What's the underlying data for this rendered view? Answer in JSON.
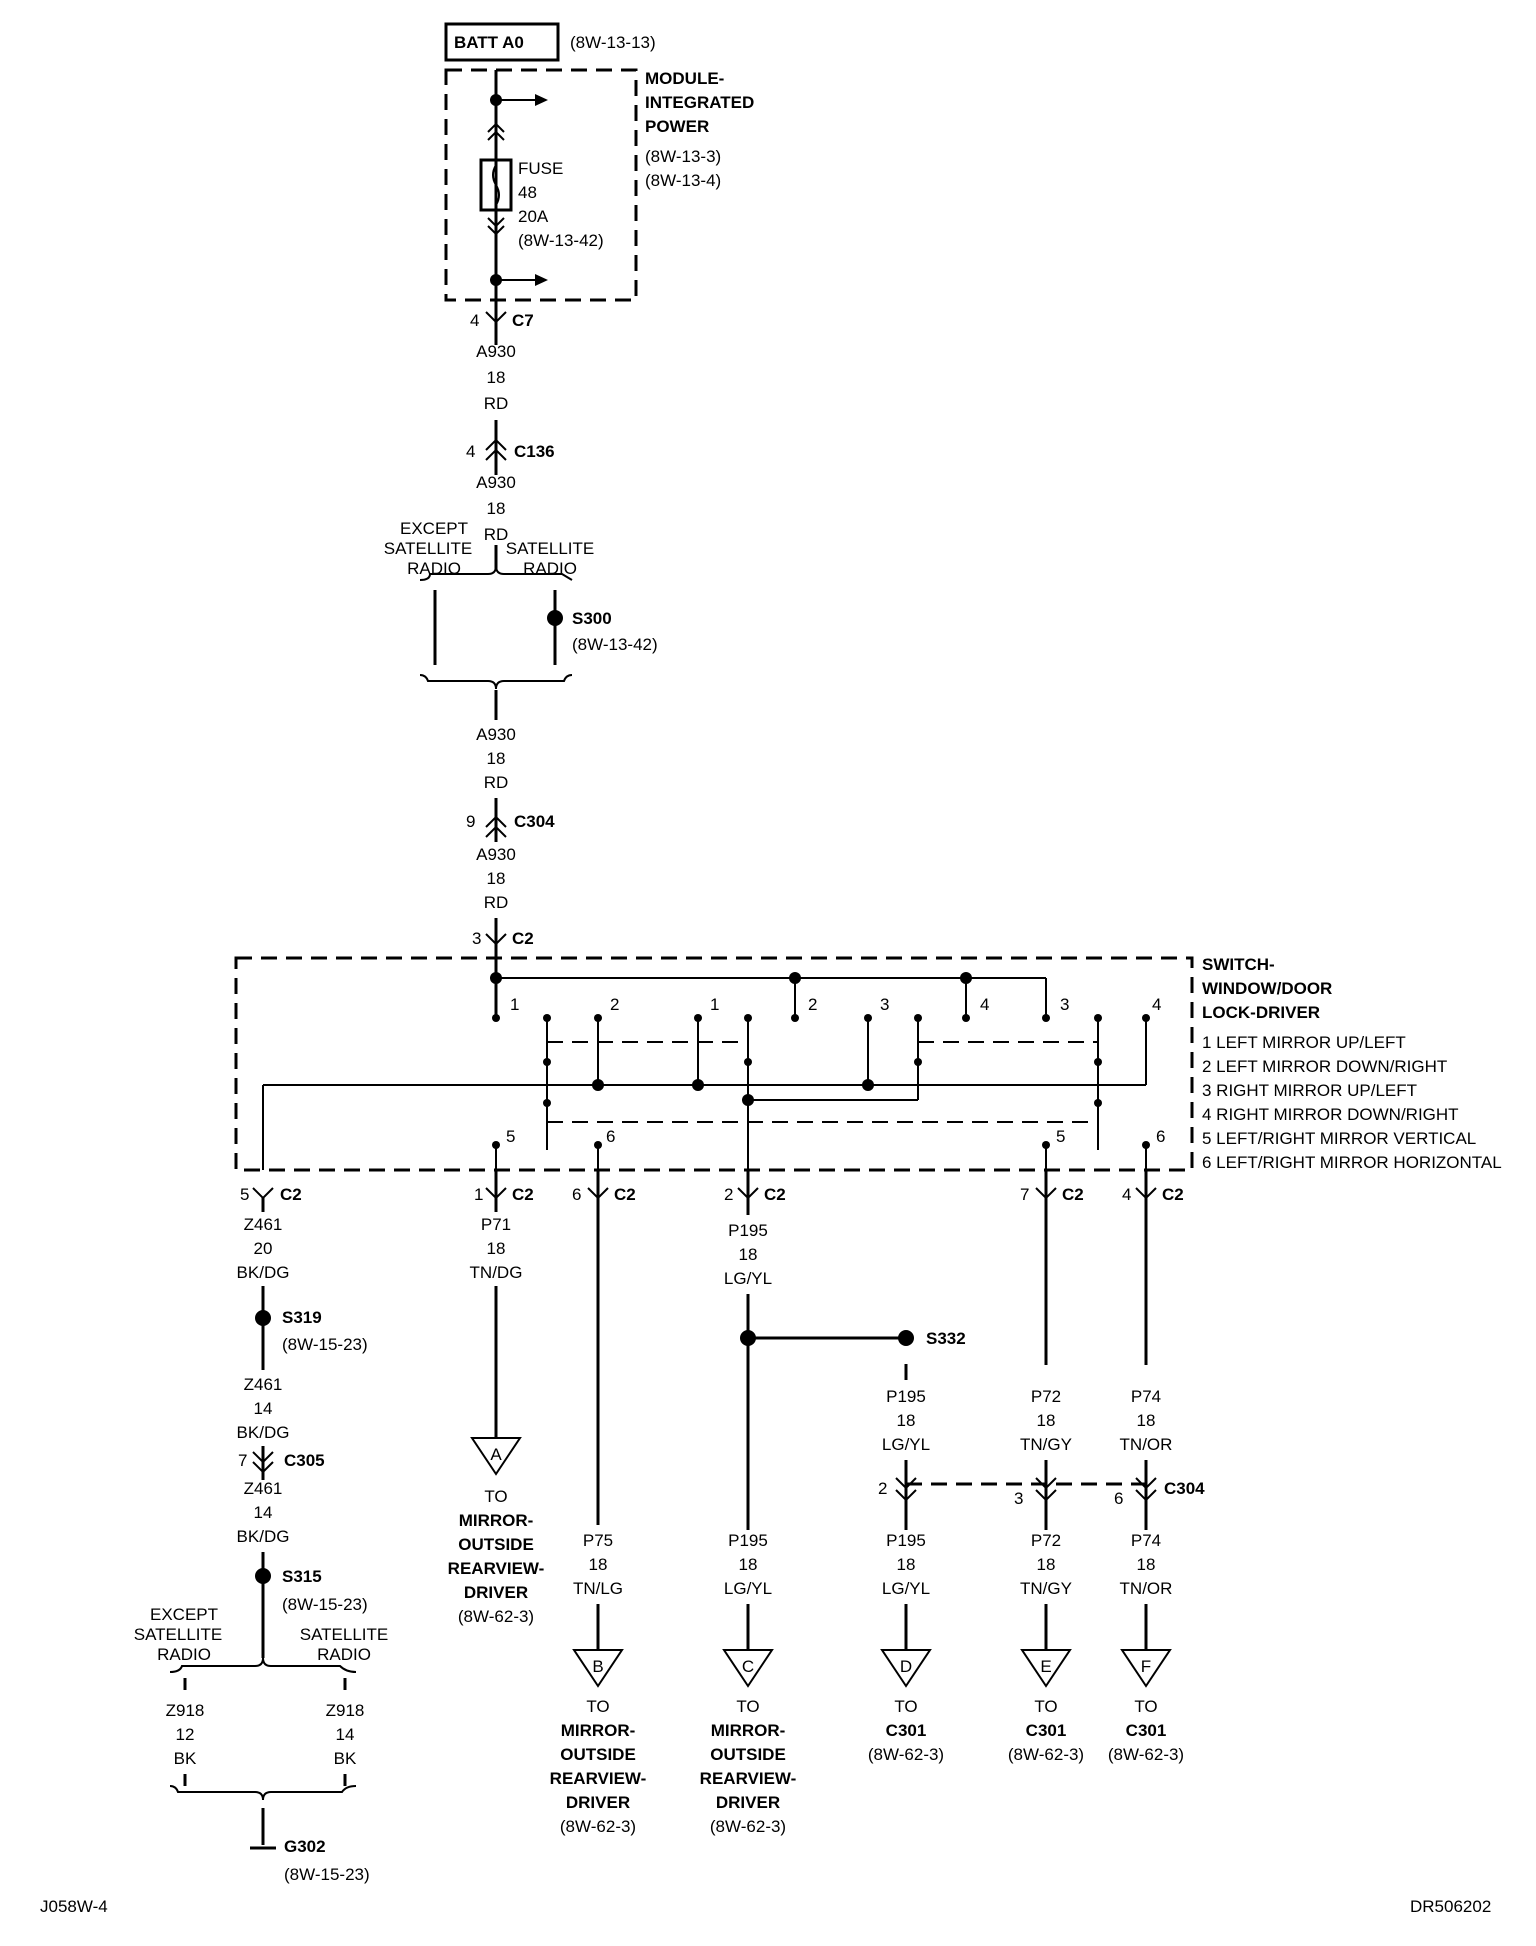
{
  "top": {
    "batt_label": "BATT A0",
    "batt_ref": "(8W-13-13)",
    "mip_l1": "MODULE-",
    "mip_l2": "INTEGRATED",
    "mip_l3": "POWER",
    "mip_ref1": "(8W-13-3)",
    "mip_ref2": "(8W-13-4)",
    "fuse_l1": "FUSE",
    "fuse_l2": "48",
    "fuse_l3": "20A",
    "fuse_ref": "(8W-13-42)"
  },
  "feed": {
    "c7_pin": "4",
    "c7_label": "C7",
    "c136_pin": "4",
    "c136_label": "C136",
    "c304_pin": "9",
    "c304_label": "C304",
    "c2_pin": "3",
    "c2_label": "C2",
    "wire1": [
      "A930",
      "18",
      "RD"
    ],
    "wire2": [
      "A930",
      "18",
      "RD"
    ],
    "wire3": [
      "A930",
      "18",
      "RD"
    ],
    "wire4": [
      "A930",
      "18",
      "RD"
    ],
    "except_l1": "EXCEPT",
    "except_l2": "SATELLITE",
    "except_l3": "RADIO",
    "sat_l1": "SATELLITE",
    "sat_l2": "RADIO",
    "s300_label": "S300",
    "s300_ref": "(8W-13-42)"
  },
  "switch": {
    "title_l1": "SWITCH-",
    "title_l2": "WINDOW/DOOR",
    "title_l3": "LOCK-DRIVER",
    "legend": [
      "1 LEFT MIRROR UP/LEFT",
      "2 LEFT MIRROR DOWN/RIGHT",
      "3 RIGHT MIRROR UP/LEFT",
      "4 RIGHT MIRROR DOWN/RIGHT",
      "5 LEFT/RIGHT MIRROR VERTICAL",
      "6 LEFT/RIGHT MIRROR HORIZONTAL"
    ],
    "contacts": [
      "1",
      "2",
      "1",
      "2",
      "3",
      "4",
      "3",
      "4",
      "5",
      "6",
      "5",
      "6"
    ]
  },
  "outputs": {
    "c2_5_pin": "5",
    "c2_1_pin": "1",
    "c2_6_pin": "6",
    "c2_2_pin": "2",
    "c2_7_pin": "7",
    "c2_4_pin": "4",
    "c2_label": "C2",
    "z461_a": [
      "Z461",
      "20",
      "BK/DG"
    ],
    "s319_label": "S319",
    "s319_ref": "(8W-15-23)",
    "z461_b": [
      "Z461",
      "14",
      "BK/DG"
    ],
    "c305_pin": "7",
    "c305_label": "C305",
    "z461_c": [
      "Z461",
      "14",
      "BK/DG"
    ],
    "s315_label": "S315",
    "s315_ref": "(8W-15-23)",
    "except_l1": "EXCEPT",
    "except_l2": "SATELLITE",
    "except_l3": "RADIO",
    "sat_l1": "SATELLITE",
    "sat_l2": "RADIO",
    "z918_left": [
      "Z918",
      "12",
      "BK"
    ],
    "z918_right": [
      "Z918",
      "14",
      "BK"
    ],
    "g302_label": "G302",
    "g302_ref": "(8W-15-23)",
    "p71": [
      "P71",
      "18",
      "TN/DG"
    ],
    "to_a": [
      "TO",
      "MIRROR-",
      "OUTSIDE",
      "REARVIEW-",
      "DRIVER",
      "(8W-62-3)"
    ],
    "p75": [
      "P75",
      "18",
      "TN/LG"
    ],
    "to_b": [
      "TO",
      "MIRROR-",
      "OUTSIDE",
      "REARVIEW-",
      "DRIVER",
      "(8W-62-3)"
    ],
    "p195_a": [
      "P195",
      "18",
      "LG/YL"
    ],
    "p195_b": [
      "P195",
      "18",
      "LG/YL"
    ],
    "to_c": [
      "TO",
      "MIRROR-",
      "OUTSIDE",
      "REARVIEW-",
      "DRIVER",
      "(8W-62-3)"
    ],
    "s332_label": "S332",
    "p195_c": [
      "P195",
      "18",
      "LG/YL"
    ],
    "p195_d": [
      "P195",
      "18",
      "LG/YL"
    ],
    "p72_a": [
      "P72",
      "18",
      "TN/GY"
    ],
    "p72_b": [
      "P72",
      "18",
      "TN/GY"
    ],
    "p74_a": [
      "P74",
      "18",
      "TN/OR"
    ],
    "p74_b": [
      "P74",
      "18",
      "TN/OR"
    ],
    "c304_label": "C304",
    "c304_pins": [
      "2",
      "3",
      "6"
    ],
    "to_d": [
      "TO",
      "C301",
      "(8W-62-3)"
    ],
    "to_e": [
      "TO",
      "C301",
      "(8W-62-3)"
    ],
    "to_f": [
      "TO",
      "C301",
      "(8W-62-3)"
    ],
    "letters": [
      "A",
      "B",
      "C",
      "D",
      "E",
      "F"
    ]
  },
  "footer": {
    "left": "J058W-4",
    "right": "DR506202"
  }
}
